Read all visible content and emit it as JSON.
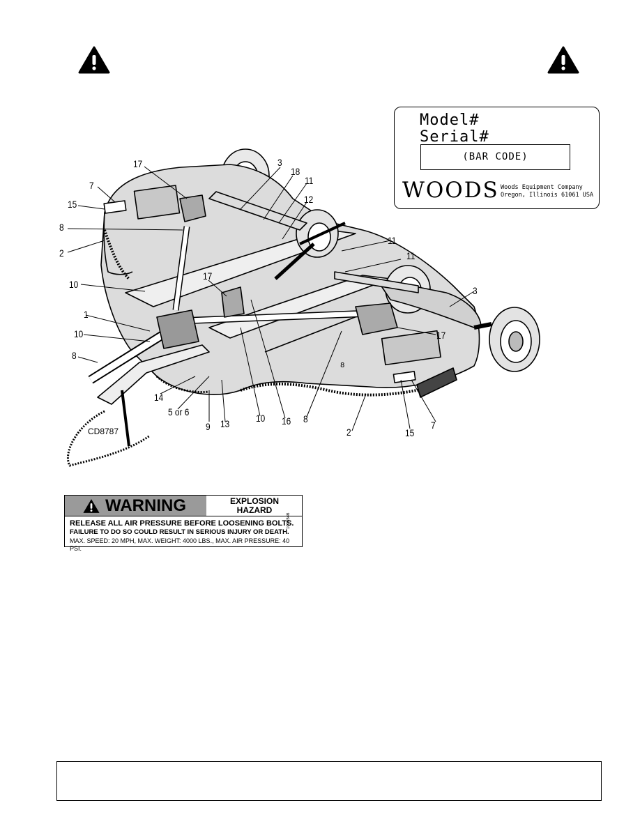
{
  "plate": {
    "model_label": "Model#",
    "serial_label": "Serial#",
    "barcode_label": "(BAR CODE)",
    "brand": "WOODS",
    "company_line1": "Woods Equipment Company",
    "company_line2": "Oregon, Illinois 61061 USA"
  },
  "warning_decal": {
    "header": "WARNING",
    "hazard_line1": "EXPLOSION",
    "hazard_line2": "HAZARD",
    "line1": "RELEASE ALL AIR PRESSURE BEFORE LOOSENING BOLTS.",
    "line2": "FAILURE TO DO SO COULD RESULT IN SERIOUS INJURY OR DEATH.",
    "line3": "MAX. SPEED: 20 MPH, MAX. WEIGHT: 4000 LBS., MAX. AIR PRESSURE: 40 PSI.",
    "part_number": "1005546"
  },
  "diagram": {
    "drawing_id": "CD8787",
    "callouts": [
      "17",
      "3",
      "18",
      "11",
      "7",
      "15",
      "12",
      "8",
      "2",
      "11",
      "11",
      "10",
      "17",
      "3",
      "1",
      "10",
      "17",
      "8",
      "14",
      "5 or 6",
      "9",
      "13",
      "10",
      "16",
      "8",
      "2",
      "15",
      "7"
    ]
  },
  "colors": {
    "ink": "#000000",
    "decal_header": "#9a9a9a",
    "deck_fill": "#d8d8d8"
  }
}
